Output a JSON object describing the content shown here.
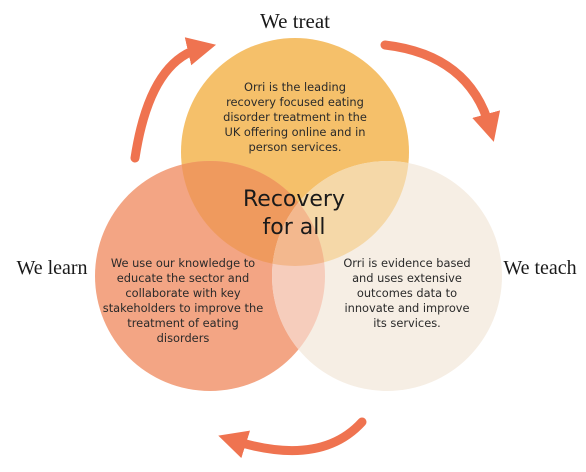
{
  "labels": {
    "top": "We treat",
    "left": "We learn",
    "right": "We teach"
  },
  "center": {
    "line1": "Recovery",
    "line2": "for all"
  },
  "circles": {
    "treat": {
      "color": "#f5c06a",
      "lines": [
        "Orri is the leading",
        "recovery focused eating",
        "disorder treatment in the",
        "UK offering online and in",
        "person services."
      ]
    },
    "learn": {
      "color": "#f3a584",
      "lines": [
        "We use our knowledge to",
        "educate the sector and",
        "collaborate with key",
        "stakeholders to improve the",
        "treatment of eating",
        "disorders"
      ]
    },
    "teach": {
      "color": "#f6eee4",
      "lines": [
        "Orri is evidence based",
        "and uses extensive",
        "outcomes data to",
        "innovate and improve",
        "its services."
      ]
    }
  },
  "arrow_color": "#ef7350"
}
